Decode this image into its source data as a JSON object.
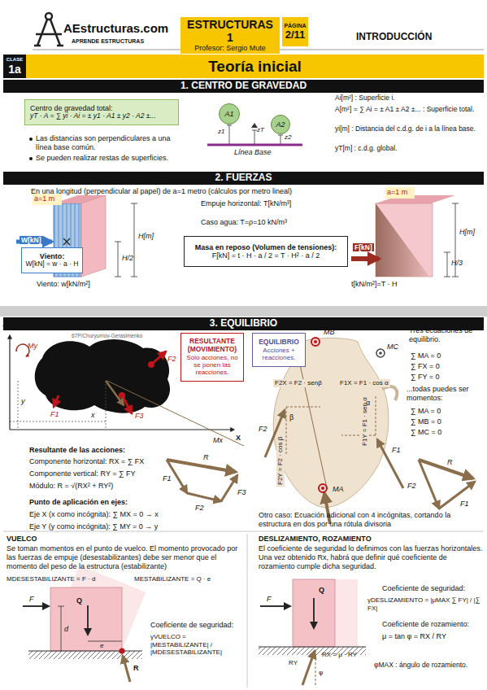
{
  "diagram": {
    "nodes": [
      {
        "text": [
          "ESTRUCTURAS 1",
          "Profesor: Sergio Mute"
        ]
      },
      {
        "text": [
          "PÁGINA",
          "2/11"
        ]
      },
      {
        "text": [
          "CLASE",
          "1a"
        ]
      },
      {
        "text": [
          "Teoría inicial"
        ]
      },
      {
        "text": [
          "1. CENTRO DE GRAVEDAD"
        ]
      },
      {
        "text": [
          "Centro de gravedad total:",
          "yT · A = ∑ yi · Ai = ± y1 · A1 ± y2 · A2 ±..."
        ]
      },
      {
        "text": [
          "A1"
        ]
      },
      {
        "text": [
          "A2"
        ]
      },
      {
        "text": [
          "2. FUERZAS"
        ]
      },
      {
        "text": [
          "Viento:",
          "W[kN] = w · a · H"
        ]
      },
      {
        "text": [
          "Masa en reposo (Volumen de tensiones):",
          "F[kN] = t · H · a / 2 = T · H² · a / 2"
        ]
      },
      {
        "text": [
          "3. EQUILIBRIO"
        ]
      },
      {
        "text": [
          "RESULTANTE (MOVIMIENTO)",
          "Sólo acciones, no se ponen las reacciones."
        ]
      },
      {
        "text": [
          "EQUILIBRIO",
          "Acciones + reacciones."
        ]
      }
    ],
    "labels": [
      "AEstructuras.com",
      "APRENDE ESTRUCTURAS",
      "INTRODUCCIÓN",
      "Las distancias son perpendiculares a una línea base común.",
      "Se pueden realizar restas de superficies.",
      "z1",
      "zT",
      "z2",
      "Línea Base",
      "Ai[m²] : Superficie i.",
      "A[m²] = ∑ Ai = ± A1 ± A2 ±... : Superficie total.",
      "yi[m] : Distancia del c.d.g. de i a la línea base.",
      "yT[m] : c.d.g. global.",
      "En una longitud (perpendicular al papel) de a=1 metro (cálculos por metro lineal)",
      "a=1 m",
      "W[kN]",
      "H[m]",
      "H/2",
      "Viento: w[kN/m²]",
      "Empuje horizontal: T[kN/m³]",
      "Caso agua: T=ρ=10 kN/m³",
      "a=1 m",
      "F[kN]",
      "H[m]",
      "H/3",
      "t[kN/m²]=T · H",
      "67P/Churyumov-Gerasimenko",
      "Y",
      "X",
      "My",
      "Mx",
      "F1",
      "F2",
      "F3",
      "y",
      "x",
      "Resultante de las acciones:",
      "Componente horizontal: RX = ∑ FX",
      "Componente vertical: RY = ∑ FY",
      "Módulo: R = √(RX² + RY²)",
      "Punto de aplicación en ejes:",
      "Eje X (x como incógnita): ∑ MX = 0 → x",
      "Eje Y (y como incógnita): ∑ MY = 0 → y",
      "F1",
      "F2",
      "F3",
      "R",
      "MB",
      "MC",
      "F2X = F2 · senβ",
      "F1X = F1 · cos α",
      "F1Y = F1 · sen α",
      "F2Y = F2 · cos β",
      "β",
      "α",
      "F2",
      "F1",
      "MA",
      "Tres ecuaciones de equilibrio.",
      "∑ MA = 0",
      "∑ FX = 0",
      "∑ FY = 0",
      "...todas puedes ser momentos:",
      "∑ MA = 0",
      "∑ MB = 0",
      "∑ MC = 0",
      "F2",
      "R",
      "F1",
      "Otro caso: Ecuación adicional con 4 incógnitas, cortando la estructura en dos por una rótula divisoria",
      "VUELCO",
      "Se toman momentos en el punto de vuelco. El momento provocado por las fuerzas de empuje (desestabilizantes) debe ser menor que el momento del peso de la estructura (estabilizante)",
      "MDESESTABILIZANTE = F · d",
      "MESTABILIZANTE = Q · e",
      "F",
      "Q",
      "e",
      "d",
      "R",
      "Coeficiente de seguridad:",
      "γVUELCO = |MESTABILIZANTE| / |MDESESTABILIZANTE|",
      "DESLIZAMIENTO, ROZAMIENTO",
      "El coeficiente de seguridad lo definimos con las fuerzas horizontales. Una vez obtenido Rx, habrá que definir qué coeficiente de rozamiento cumple dicha seguridad.",
      "F",
      "Q",
      "RX = μ · RY",
      "RY",
      "φ",
      "Coeficiente de seguridad:",
      "γDESLIZAMIENTO = |μMAX ∑ FY| / |∑ FX|",
      "Coeficiente de rozamiento:",
      "μ = tan φ = RX / RY",
      "φMAX : ángulo de rozamiento."
    ]
  }
}
